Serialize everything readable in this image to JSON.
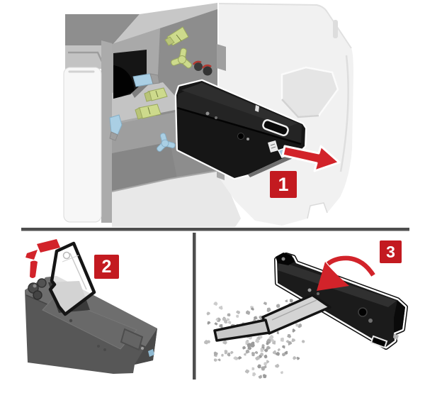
{
  "steps": [
    {
      "id": 1,
      "label": "1"
    },
    {
      "id": 2,
      "label": "2"
    },
    {
      "id": 3,
      "label": "3"
    }
  ],
  "colors": {
    "badge-bg": "#c31a20",
    "badge-text": "#ffffff",
    "arrow-red": "#d2232a",
    "divider": "#4e4e4e",
    "handle-green": "#cdda8c",
    "handle-blue": "#aacfe4",
    "bottle-black": "#1b1b1b",
    "box-gray": "#616161",
    "toner-dot": "#b0b0b0",
    "printer-light": "#f1f1f1",
    "printer-mid": "#b3b3b3"
  }
}
